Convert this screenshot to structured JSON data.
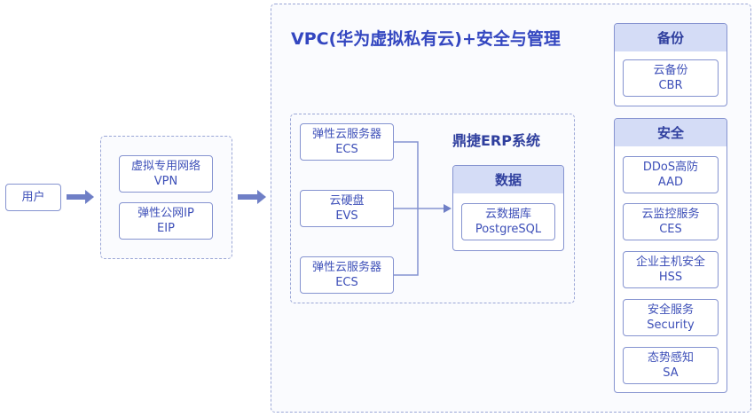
{
  "user": {
    "label": "用户"
  },
  "access_group": {
    "items": [
      {
        "name": "虚拟专用网络",
        "code": "VPN"
      },
      {
        "name": "弹性公网IP",
        "code": "EIP"
      }
    ]
  },
  "vpc": {
    "title": "VPC(华为虚拟私有云)+安全与管理",
    "erp": {
      "title": "鼎捷ERP系统",
      "compute": [
        {
          "name": "弹性云服务器",
          "code": "ECS"
        },
        {
          "name": "云硬盘",
          "code": "EVS"
        },
        {
          "name": "弹性云服务器",
          "code": "ECS"
        }
      ],
      "data_panel": {
        "header": "数据",
        "items": [
          {
            "name": "云数据库",
            "code": "PostgreSQL"
          }
        ]
      }
    },
    "backup_panel": {
      "header": "备份",
      "items": [
        {
          "name": "云备份",
          "code": "CBR"
        }
      ]
    },
    "security_panel": {
      "header": "安全",
      "items": [
        {
          "name": "DDoS高防",
          "code": "AAD"
        },
        {
          "name": "云监控服务",
          "code": "CES"
        },
        {
          "name": "企业主机安全",
          "code": "HSS"
        },
        {
          "name": "安全服务",
          "code": "Security"
        },
        {
          "name": "态势感知",
          "code": "SA"
        }
      ]
    }
  },
  "colors": {
    "accent": "#3346c0",
    "border": "#8593d0",
    "dashed": "#9aa6d6",
    "panel_header": "#d4dcf6",
    "arrow": "#6f7fc6"
  }
}
